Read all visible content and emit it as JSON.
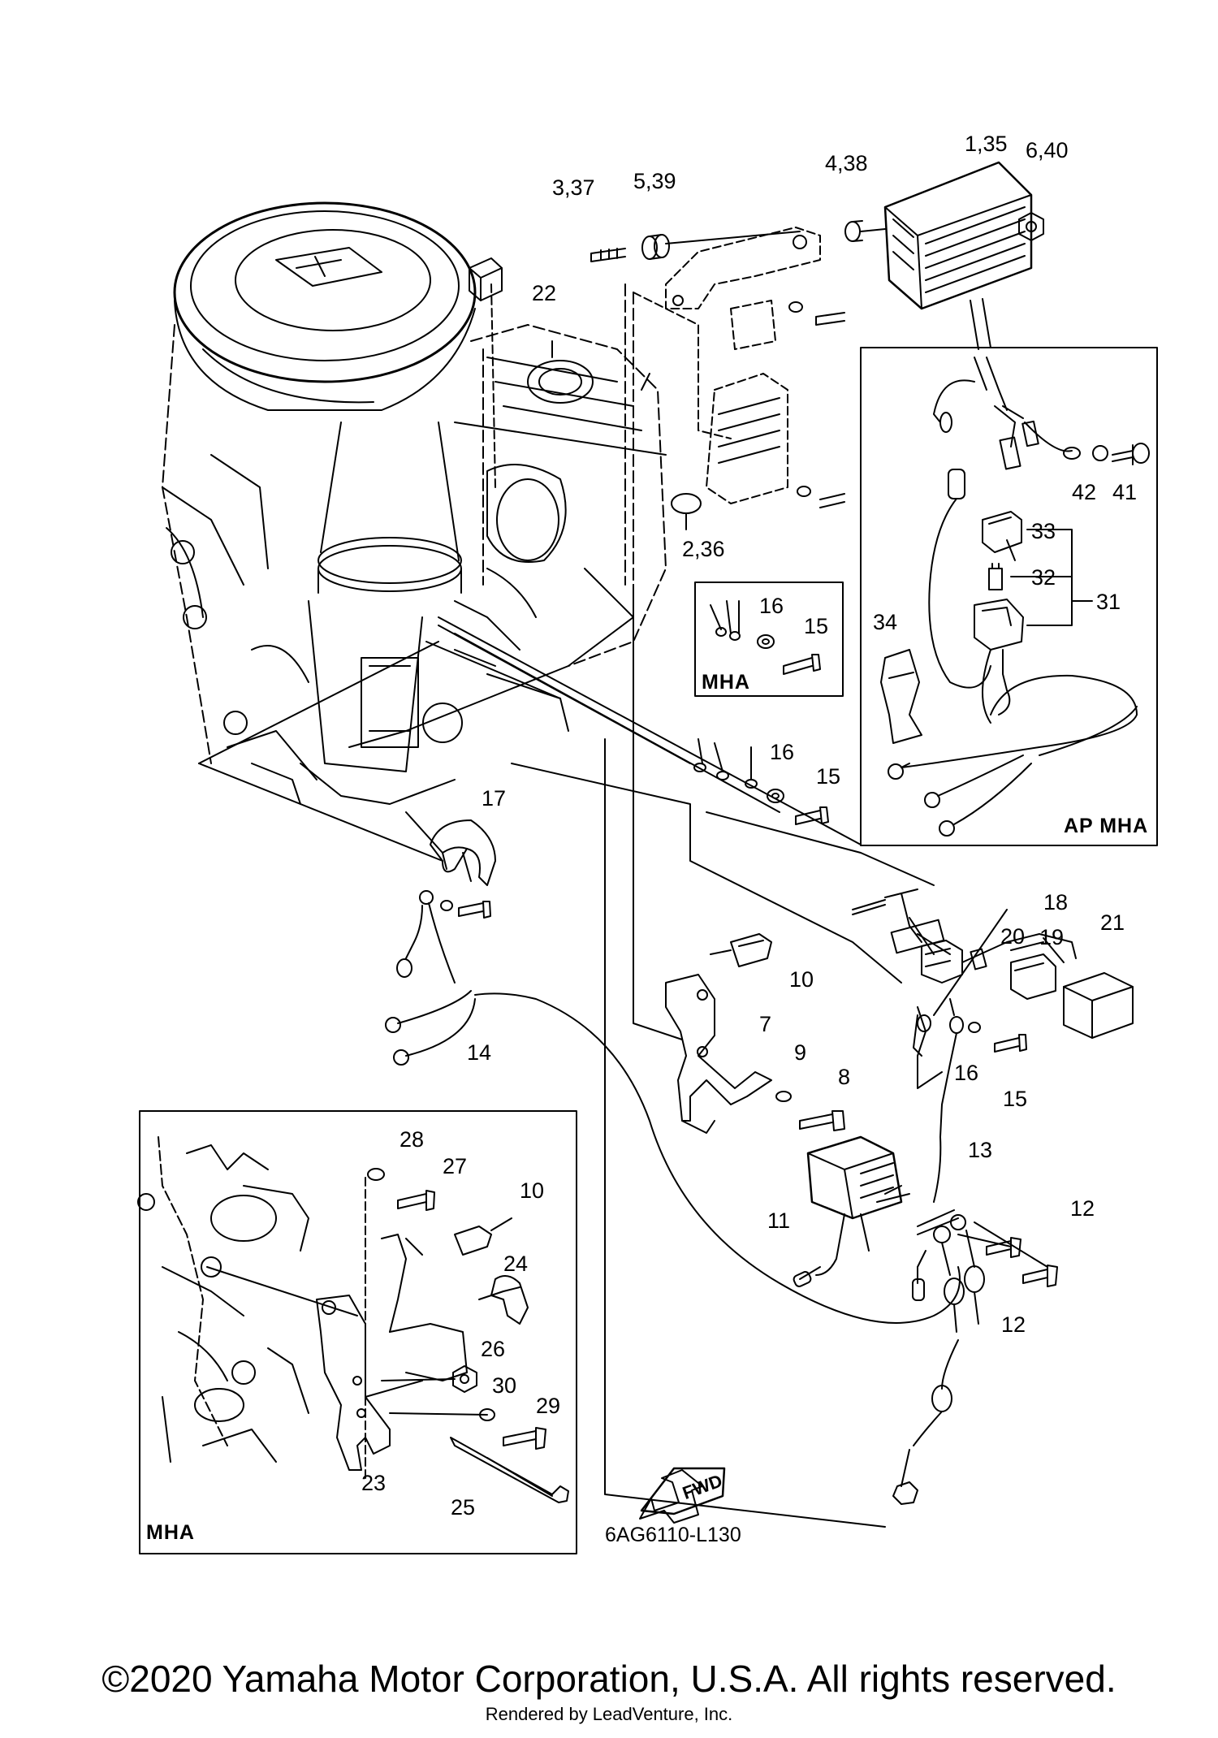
{
  "callouts": [
    {
      "id": "c-3-37",
      "text": "3,37"
    },
    {
      "id": "c-5-39",
      "text": "5,39"
    },
    {
      "id": "c-4-38",
      "text": "4,38"
    },
    {
      "id": "c-1-35",
      "text": "1,35"
    },
    {
      "id": "c-6-40",
      "text": "6,40"
    },
    {
      "id": "c-22",
      "text": "22"
    },
    {
      "id": "c-2-36",
      "text": "2,36"
    },
    {
      "id": "c-42",
      "text": "42"
    },
    {
      "id": "c-41",
      "text": "41"
    },
    {
      "id": "c-33",
      "text": "33"
    },
    {
      "id": "c-32",
      "text": "32"
    },
    {
      "id": "c-31",
      "text": "31"
    },
    {
      "id": "c-34",
      "text": "34"
    },
    {
      "id": "c-16a",
      "text": "16"
    },
    {
      "id": "c-15a",
      "text": "15"
    },
    {
      "id": "c-16b",
      "text": "16"
    },
    {
      "id": "c-15b",
      "text": "15"
    },
    {
      "id": "c-17",
      "text": "17"
    },
    {
      "id": "c-18",
      "text": "18"
    },
    {
      "id": "c-20",
      "text": "20"
    },
    {
      "id": "c-19",
      "text": "19"
    },
    {
      "id": "c-21",
      "text": "21"
    },
    {
      "id": "c-10a",
      "text": "10"
    },
    {
      "id": "c-7",
      "text": "7"
    },
    {
      "id": "c-14",
      "text": "14"
    },
    {
      "id": "c-9",
      "text": "9"
    },
    {
      "id": "c-8",
      "text": "8"
    },
    {
      "id": "c-16c",
      "text": "16"
    },
    {
      "id": "c-15c",
      "text": "15"
    },
    {
      "id": "c-13",
      "text": "13"
    },
    {
      "id": "c-11",
      "text": "11"
    },
    {
      "id": "c-12a",
      "text": "12"
    },
    {
      "id": "c-12b",
      "text": "12"
    },
    {
      "id": "c-28",
      "text": "28"
    },
    {
      "id": "c-27",
      "text": "27"
    },
    {
      "id": "c-10b",
      "text": "10"
    },
    {
      "id": "c-24",
      "text": "24"
    },
    {
      "id": "c-26",
      "text": "26"
    },
    {
      "id": "c-30",
      "text": "30"
    },
    {
      "id": "c-29",
      "text": "29"
    },
    {
      "id": "c-23",
      "text": "23"
    },
    {
      "id": "c-25",
      "text": "25"
    }
  ],
  "panels": {
    "ap_mha": "AP MHA",
    "mha_small": "MHA",
    "mha_large": "MHA"
  },
  "fwd_label": "FWD",
  "diagram_code": "6AG6110-L130",
  "copyright": "©2020 Yamaha Motor Corporation, U.S.A. All rights reserved.",
  "rendered_by": "Rendered by LeadVenture, Inc."
}
